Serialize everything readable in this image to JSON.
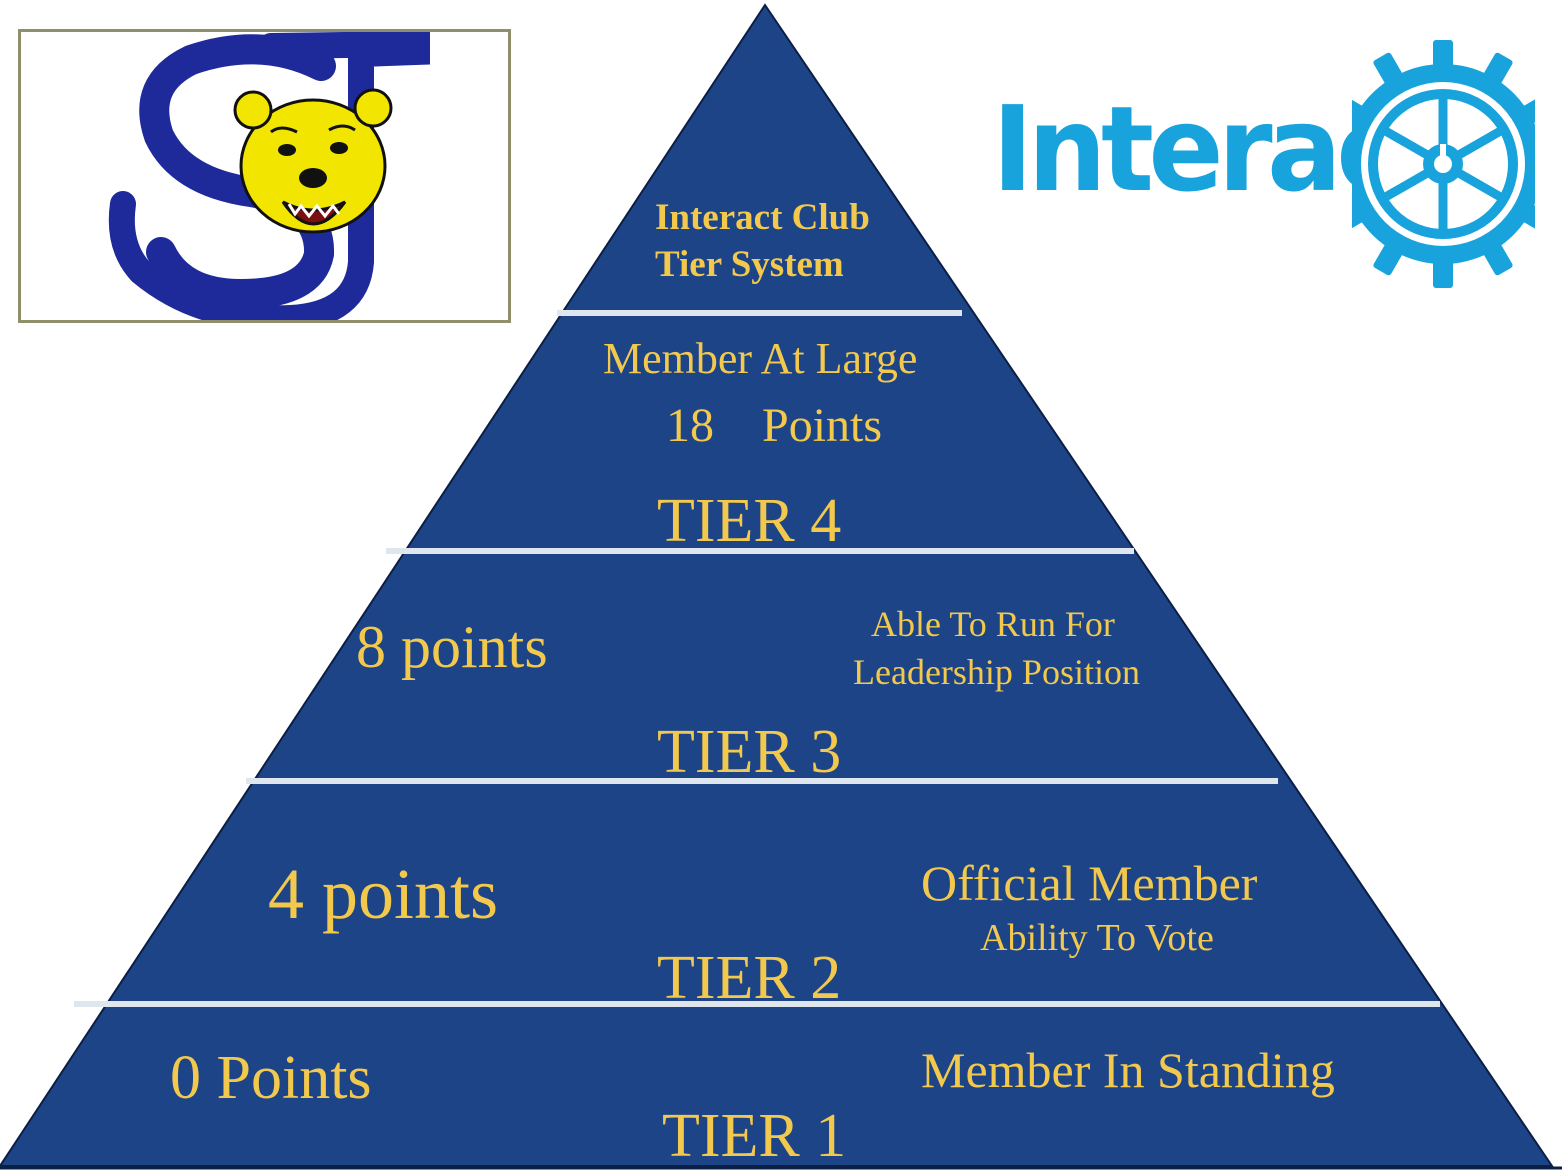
{
  "header": {
    "title_line1": "Interact Club",
    "title_line2": "Tier System"
  },
  "logos": {
    "left_logo": "sj-bear-logo",
    "right_logo_text": "Interact",
    "right_logo_icon": "rotary-gear-icon"
  },
  "tiers": [
    {
      "name": "TIER 4",
      "line1": "Member At Large",
      "points": "18    Points"
    },
    {
      "name": "TIER 3",
      "points": "8 points",
      "benefit_line1": "Able To Run For",
      "benefit_line2": "Leadership Position"
    },
    {
      "name": "TIER 2",
      "points": "4 points",
      "benefit_line1": "Official Member",
      "benefit_line2": "Ability To Vote"
    },
    {
      "name": "TIER 1",
      "points": "0 Points",
      "benefit_line1": "Member In Standing"
    }
  ],
  "colors": {
    "pyramid_fill": "#1e4488",
    "text_gold": "#f2c94c",
    "divider": "#dfe6ee",
    "interact_blue": "#19a3dc",
    "sj_navy": "#1f2a9a",
    "bear_yellow": "#f2e600"
  }
}
